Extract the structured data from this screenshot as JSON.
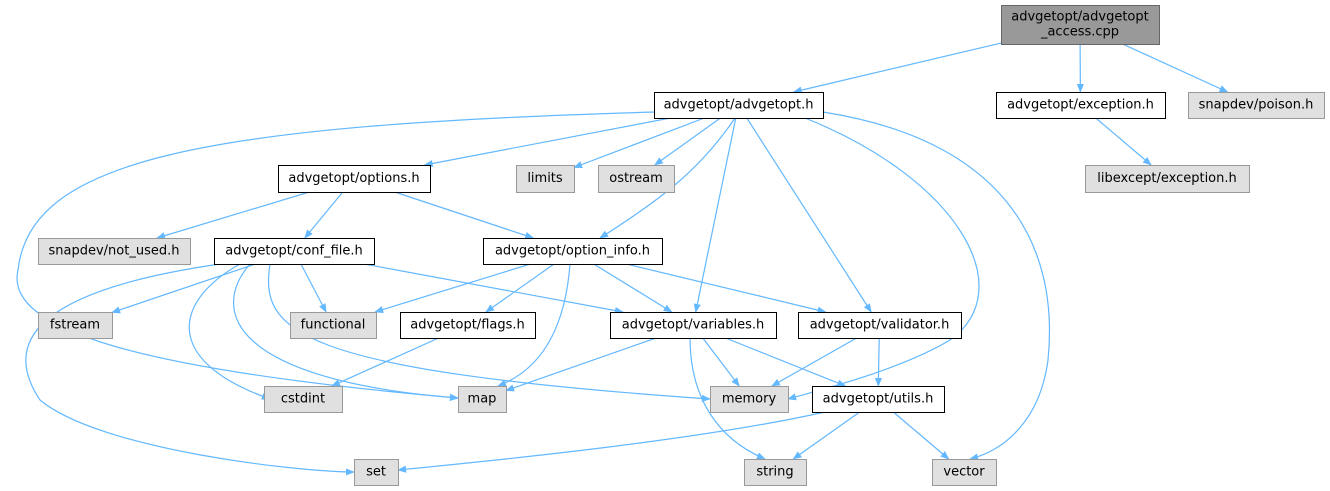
{
  "colors": {
    "edge": "#63b8ff",
    "root_fill": "#999999",
    "root_border": "#666666",
    "project_fill": "#ffffff",
    "project_border": "#000000",
    "system_fill": "#e0e0e0",
    "system_border": "#999999"
  },
  "nodes": [
    {
      "id": "access_cpp",
      "lines": [
        "advgetopt/advgetopt",
        "_access.cpp"
      ],
      "kind": "root"
    },
    {
      "id": "advgetopt_h",
      "lines": [
        "advgetopt/advgetopt.h"
      ],
      "kind": "project"
    },
    {
      "id": "exception_h",
      "lines": [
        "advgetopt/exception.h"
      ],
      "kind": "project"
    },
    {
      "id": "poison_h",
      "lines": [
        "snapdev/poison.h"
      ],
      "kind": "system"
    },
    {
      "id": "libexcept_h",
      "lines": [
        "libexcept/exception.h"
      ],
      "kind": "system"
    },
    {
      "id": "options_h",
      "lines": [
        "advgetopt/options.h"
      ],
      "kind": "project"
    },
    {
      "id": "limits",
      "lines": [
        "limits"
      ],
      "kind": "system"
    },
    {
      "id": "ostream",
      "lines": [
        "ostream"
      ],
      "kind": "system"
    },
    {
      "id": "not_used_h",
      "lines": [
        "snapdev/not_used.h"
      ],
      "kind": "system"
    },
    {
      "id": "conf_file_h",
      "lines": [
        "advgetopt/conf_file.h"
      ],
      "kind": "project"
    },
    {
      "id": "option_info_h",
      "lines": [
        "advgetopt/option_info.h"
      ],
      "kind": "project"
    },
    {
      "id": "fstream",
      "lines": [
        "fstream"
      ],
      "kind": "system"
    },
    {
      "id": "functional",
      "lines": [
        "functional"
      ],
      "kind": "system"
    },
    {
      "id": "flags_h",
      "lines": [
        "advgetopt/flags.h"
      ],
      "kind": "project"
    },
    {
      "id": "variables_h",
      "lines": [
        "advgetopt/variables.h"
      ],
      "kind": "project"
    },
    {
      "id": "validator_h",
      "lines": [
        "advgetopt/validator.h"
      ],
      "kind": "project"
    },
    {
      "id": "cstdint",
      "lines": [
        "cstdint"
      ],
      "kind": "system"
    },
    {
      "id": "map",
      "lines": [
        "map"
      ],
      "kind": "system"
    },
    {
      "id": "memory",
      "lines": [
        "memory"
      ],
      "kind": "system"
    },
    {
      "id": "utils_h",
      "lines": [
        "advgetopt/utils.h"
      ],
      "kind": "project"
    },
    {
      "id": "set",
      "lines": [
        "set"
      ],
      "kind": "system"
    },
    {
      "id": "string",
      "lines": [
        "string"
      ],
      "kind": "system"
    },
    {
      "id": "vector",
      "lines": [
        "vector"
      ],
      "kind": "system"
    }
  ],
  "edges": [
    {
      "from": "access_cpp",
      "to": "advgetopt_h"
    },
    {
      "from": "access_cpp",
      "to": "exception_h"
    },
    {
      "from": "access_cpp",
      "to": "poison_h"
    },
    {
      "from": "exception_h",
      "to": "libexcept_h"
    },
    {
      "from": "advgetopt_h",
      "to": "options_h"
    },
    {
      "from": "advgetopt_h",
      "to": "limits"
    },
    {
      "from": "advgetopt_h",
      "to": "ostream"
    },
    {
      "from": "advgetopt_h",
      "to": "option_info_h"
    },
    {
      "from": "advgetopt_h",
      "to": "variables_h"
    },
    {
      "from": "advgetopt_h",
      "to": "validator_h"
    },
    {
      "from": "advgetopt_h",
      "to": "map"
    },
    {
      "from": "advgetopt_h",
      "to": "memory"
    },
    {
      "from": "advgetopt_h",
      "to": "vector"
    },
    {
      "from": "options_h",
      "to": "not_used_h"
    },
    {
      "from": "options_h",
      "to": "conf_file_h"
    },
    {
      "from": "options_h",
      "to": "option_info_h"
    },
    {
      "from": "conf_file_h",
      "to": "fstream"
    },
    {
      "from": "conf_file_h",
      "to": "functional"
    },
    {
      "from": "conf_file_h",
      "to": "variables_h"
    },
    {
      "from": "conf_file_h",
      "to": "cstdint"
    },
    {
      "from": "conf_file_h",
      "to": "map"
    },
    {
      "from": "conf_file_h",
      "to": "memory"
    },
    {
      "from": "conf_file_h",
      "to": "set"
    },
    {
      "from": "option_info_h",
      "to": "functional"
    },
    {
      "from": "option_info_h",
      "to": "flags_h"
    },
    {
      "from": "option_info_h",
      "to": "variables_h"
    },
    {
      "from": "option_info_h",
      "to": "validator_h"
    },
    {
      "from": "option_info_h",
      "to": "map"
    },
    {
      "from": "flags_h",
      "to": "cstdint"
    },
    {
      "from": "variables_h",
      "to": "map"
    },
    {
      "from": "variables_h",
      "to": "memory"
    },
    {
      "from": "variables_h",
      "to": "utils_h"
    },
    {
      "from": "variables_h",
      "to": "string"
    },
    {
      "from": "validator_h",
      "to": "memory"
    },
    {
      "from": "validator_h",
      "to": "utils_h"
    },
    {
      "from": "utils_h",
      "to": "set"
    },
    {
      "from": "utils_h",
      "to": "string"
    },
    {
      "from": "utils_h",
      "to": "vector"
    }
  ]
}
